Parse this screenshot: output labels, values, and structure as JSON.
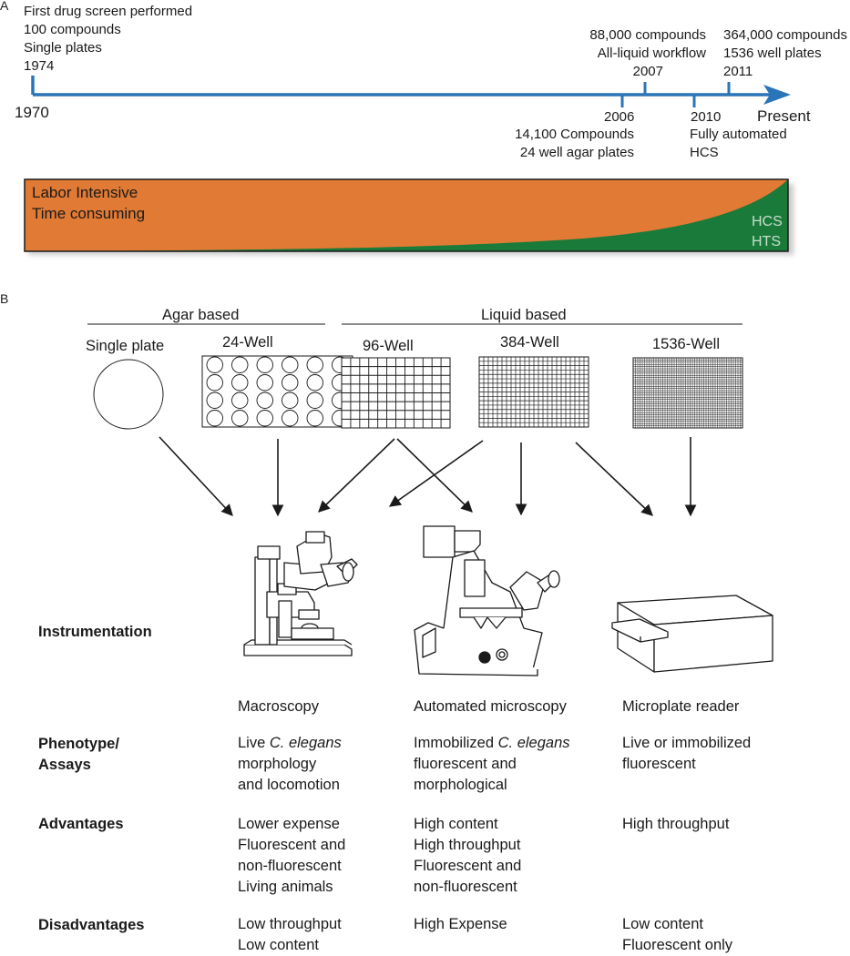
{
  "panel_a": {
    "label": "A",
    "events_above": [
      {
        "lines": [
          "First drug screen performed",
          "100 compounds",
          "Single plates",
          "1974"
        ]
      },
      {
        "lines": [
          "88,000 compounds",
          "All-liquid workflow",
          "2007"
        ]
      },
      {
        "lines": [
          "364,000 compounds",
          "1536 well plates",
          "2011"
        ]
      }
    ],
    "events_below": [
      {
        "lines": [
          "2006",
          "14,100 Compounds",
          "24 well agar plates"
        ]
      },
      {
        "lines": [
          "2010",
          "Fully automated",
          "HCS"
        ]
      }
    ],
    "start_year": "1970",
    "end_label": "Present",
    "bar_left_lines": [
      "Labor Intensive",
      "Time consuming"
    ],
    "bar_right_lines": [
      "HCS",
      "HTS"
    ],
    "colors": {
      "timeline": "#2a74b8",
      "labor": "#e07a34",
      "hts": "#1a7a3a"
    }
  },
  "panel_b": {
    "label": "B",
    "group_agar": "Agar based",
    "group_liquid": "Liquid based",
    "plates": [
      {
        "label": "Single plate",
        "type": "circle"
      },
      {
        "label": "24-Well",
        "type": "wells",
        "rows": 4,
        "cols": 6
      },
      {
        "label": "96-Well",
        "type": "grid",
        "rows": 8,
        "cols": 12
      },
      {
        "label": "384-Well",
        "type": "grid",
        "rows": 16,
        "cols": 24
      },
      {
        "label": "1536-Well",
        "type": "grid",
        "rows": 32,
        "cols": 48
      }
    ],
    "row_labels": {
      "instrumentation": "Instrumentation",
      "phenotype": [
        "Phenotype/",
        "Assays"
      ],
      "advantages": "Advantages",
      "disadvantages": "Disadvantages"
    },
    "columns": [
      {
        "name": "Macroscopy",
        "instrument_icon": "stereo-microscope-icon",
        "phenotype": [
          [
            "Live ",
            "C. elegans"
          ],
          [
            "morphology"
          ],
          [
            "and locomotion"
          ]
        ],
        "advantages": [
          "Lower expense",
          "Fluorescent and",
          "non-fluorescent",
          "Living animals"
        ],
        "disadvantages": [
          "Low throughput",
          "Low content"
        ]
      },
      {
        "name": "Automated microscopy",
        "instrument_icon": "inverted-microscope-icon",
        "phenotype": [
          [
            "Immobilized ",
            "C. elegans"
          ],
          [
            "fluorescent and"
          ],
          [
            "morphological"
          ]
        ],
        "advantages": [
          "High content",
          "High throughput",
          "Fluorescent and",
          "non-fluorescent"
        ],
        "disadvantages": [
          "High Expense"
        ]
      },
      {
        "name": "Microplate reader",
        "instrument_icon": "microplate-reader-icon",
        "phenotype": [
          [
            "Live or immobilized"
          ],
          [
            "fluorescent"
          ]
        ],
        "advantages": [
          "High throughput"
        ],
        "disadvantages": [
          "Low content",
          "Fluorescent only"
        ]
      }
    ]
  }
}
